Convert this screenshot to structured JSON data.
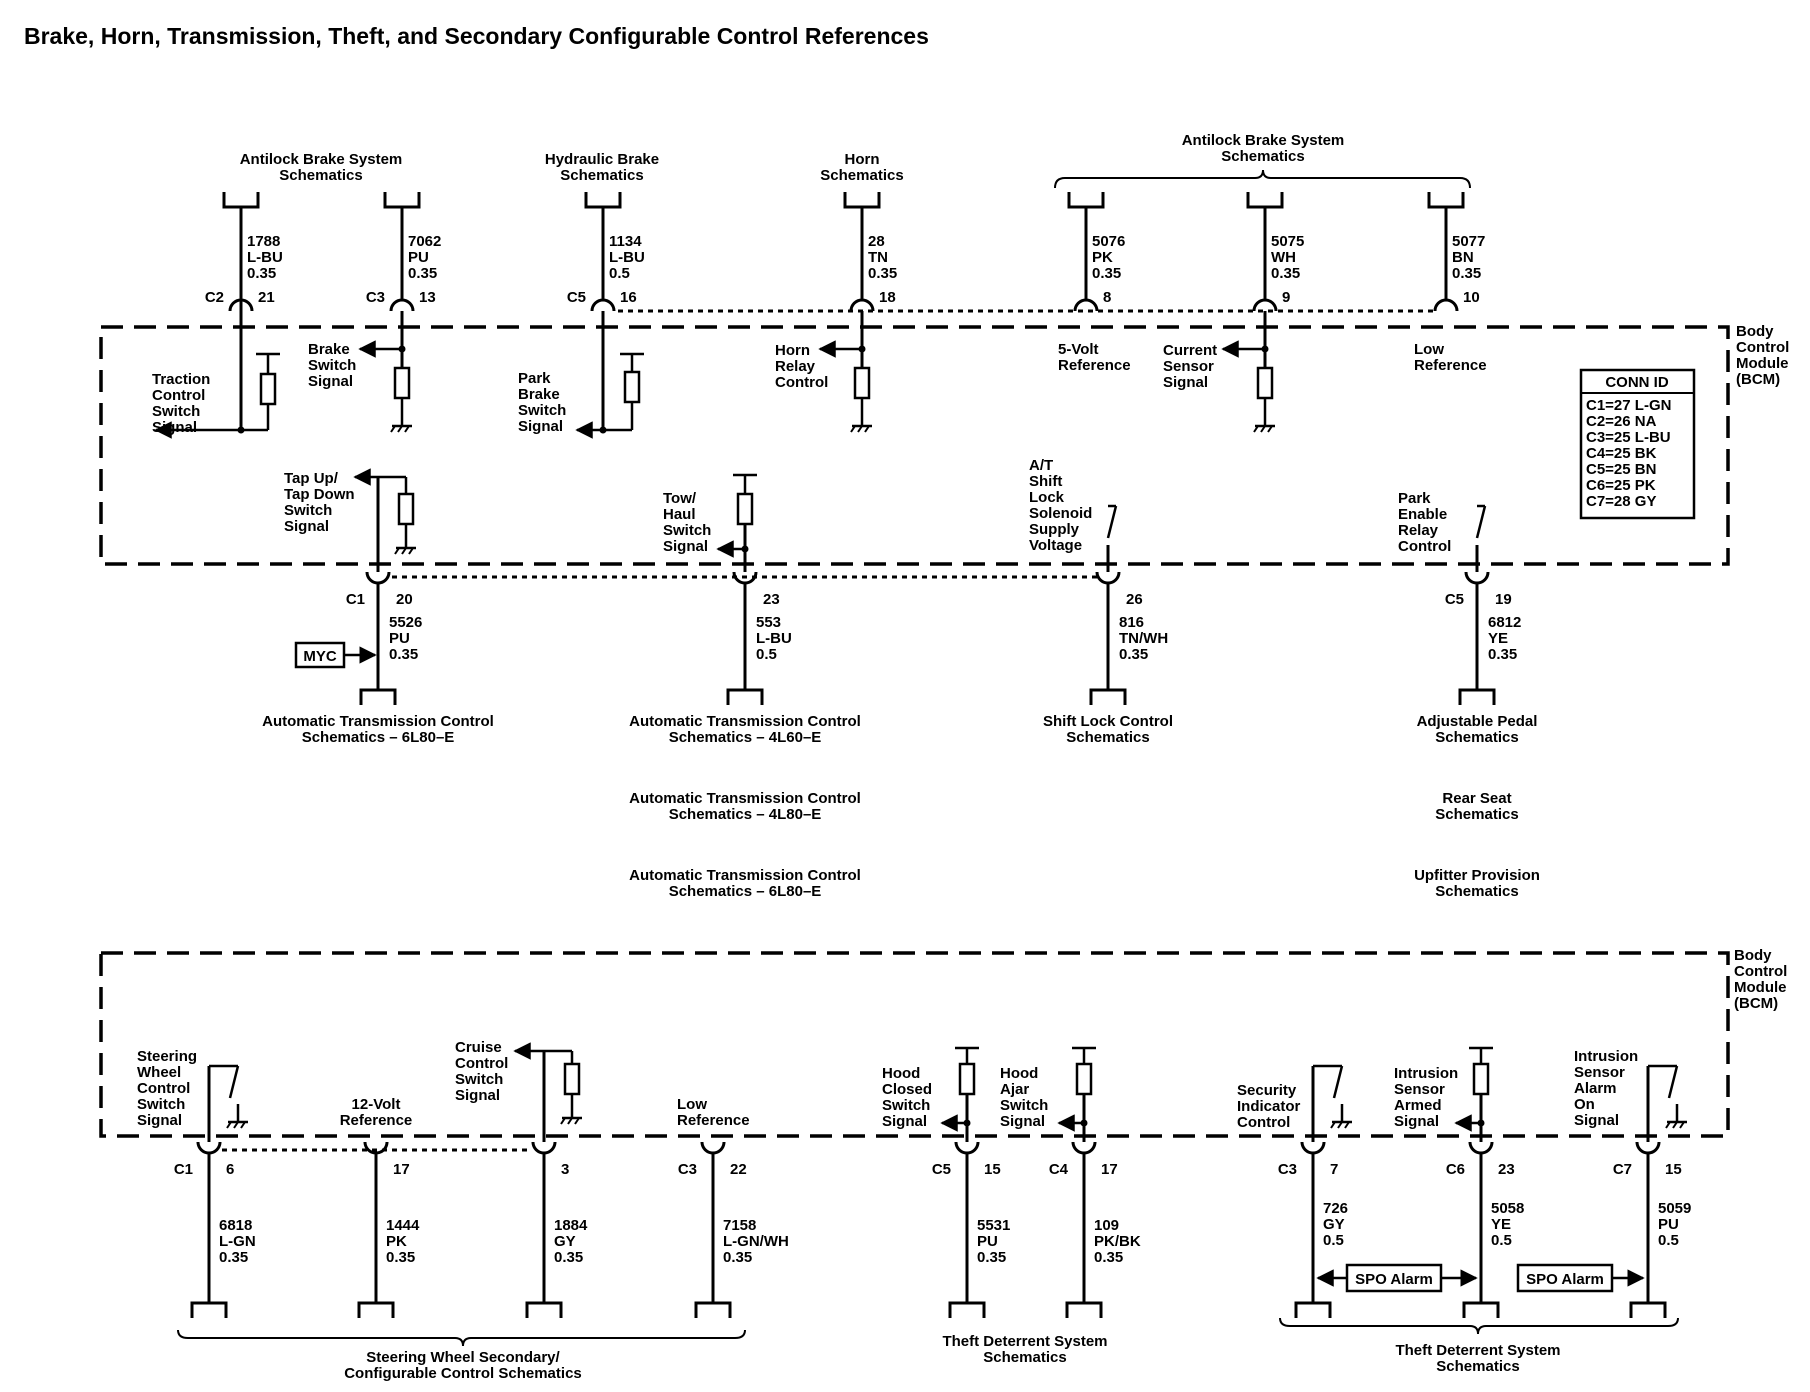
{
  "title": "Brake, Horn, Transmission, Theft, and Secondary Configurable Control References",
  "module_label": [
    "Body",
    "Control",
    "Module",
    "(BCM)"
  ],
  "conn_id": {
    "header": "CONN ID",
    "rows": [
      "C1=27 L-GN",
      "C2=26 NA",
      "C3=25 L-BU",
      "C4=25 BK",
      "C5=25 BN",
      "C6=25 PK",
      "C7=28 GY"
    ]
  },
  "myc_label": "MYC",
  "spo_alarm_label": "SPO Alarm",
  "upper_refs": [
    {
      "lines": [
        "Antilock Brake System",
        "Schematics"
      ]
    },
    {
      "lines": [
        "Hydraulic Brake",
        "Schematics"
      ]
    },
    {
      "lines": [
        "Horn",
        "Schematics"
      ]
    },
    {
      "lines": [
        "Antilock Brake System",
        "Schematics"
      ]
    }
  ],
  "upper_top_wires": [
    {
      "circuit": "1788",
      "color": "L-BU",
      "gauge": "0.35",
      "conn": "C2",
      "pin": "21",
      "label": [
        "Traction",
        "Control",
        "Switch",
        "Signal"
      ]
    },
    {
      "circuit": "7062",
      "color": "PU",
      "gauge": "0.35",
      "conn": "C3",
      "pin": "13",
      "label": [
        "Brake",
        "Switch",
        "Signal"
      ]
    },
    {
      "circuit": "1134",
      "color": "L-BU",
      "gauge": "0.5",
      "conn": "C5",
      "pin": "16",
      "label": [
        "Park",
        "Brake",
        "Switch",
        "Signal"
      ]
    },
    {
      "circuit": "28",
      "color": "TN",
      "gauge": "0.35",
      "conn": "",
      "pin": "18",
      "label": [
        "Horn",
        "Relay",
        "Control"
      ]
    },
    {
      "circuit": "5076",
      "color": "PK",
      "gauge": "0.35",
      "conn": "",
      "pin": "8",
      "label": [
        "5-Volt",
        "Reference"
      ]
    },
    {
      "circuit": "5075",
      "color": "WH",
      "gauge": "0.35",
      "conn": "",
      "pin": "9",
      "label": [
        "Current",
        "Sensor",
        "Signal"
      ]
    },
    {
      "circuit": "5077",
      "color": "BN",
      "gauge": "0.35",
      "conn": "",
      "pin": "10",
      "label": [
        "Low",
        "Reference"
      ]
    }
  ],
  "upper_bottom_wires": [
    {
      "circuit": "5526",
      "color": "PU",
      "gauge": "0.35",
      "conn": "C1",
      "pin": "20",
      "label": [
        "Tap Up/",
        "Tap Down",
        "Switch",
        "Signal"
      ],
      "dest": [
        "Automatic Transmission Control",
        "Schematics – 6L80–E"
      ]
    },
    {
      "circuit": "553",
      "color": "L-BU",
      "gauge": "0.5",
      "conn": "",
      "pin": "23",
      "label": [
        "Tow/",
        "Haul",
        "Switch",
        "Signal"
      ],
      "dest": [
        "Automatic Transmission Control",
        "Schematics – 4L60–E"
      ]
    },
    {
      "circuit": "816",
      "color": "TN/WH",
      "gauge": "0.35",
      "conn": "",
      "pin": "26",
      "label": [
        "A/T",
        "Shift",
        "Lock",
        "Solenoid",
        "Supply",
        "Voltage"
      ],
      "dest": [
        "Shift Lock Control",
        "Schematics"
      ]
    },
    {
      "circuit": "6812",
      "color": "YE",
      "gauge": "0.35",
      "conn": "C5",
      "pin": "19",
      "label": [
        "Park",
        "Enable",
        "Relay",
        "Control"
      ],
      "dest": [
        "Adjustable Pedal",
        "Schematics"
      ]
    }
  ],
  "extra_refs": [
    {
      "lines": [
        "Automatic Transmission Control",
        "Schematics – 4L80–E"
      ]
    },
    {
      "lines": [
        "Automatic Transmission Control",
        "Schematics – 6L80–E"
      ]
    },
    {
      "lines": [
        "Rear Seat",
        "Schematics"
      ]
    },
    {
      "lines": [
        "Upfitter Provision",
        "Schematics"
      ]
    }
  ],
  "lower_wires": [
    {
      "circuit": "6818",
      "color": "L-GN",
      "gauge": "0.35",
      "conn": "C1",
      "pin": "6",
      "label": [
        "Steering",
        "Wheel",
        "Control",
        "Switch",
        "Signal"
      ]
    },
    {
      "circuit": "1444",
      "color": "PK",
      "gauge": "0.35",
      "conn": "",
      "pin": "17",
      "label": [
        "12-Volt",
        "Reference"
      ]
    },
    {
      "circuit": "1884",
      "color": "GY",
      "gauge": "0.35",
      "conn": "",
      "pin": "3",
      "label": [
        "Cruise",
        "Control",
        "Switch",
        "Signal"
      ]
    },
    {
      "circuit": "7158",
      "color": "L-GN/WH",
      "gauge": "0.35",
      "conn": "C3",
      "pin": "22",
      "label": [
        "Low",
        "Reference"
      ]
    },
    {
      "circuit": "5531",
      "color": "PU",
      "gauge": "0.35",
      "conn": "C5",
      "pin": "15",
      "label": [
        "Hood",
        "Closed",
        "Switch",
        "Signal"
      ]
    },
    {
      "circuit": "109",
      "color": "PK/BK",
      "gauge": "0.35",
      "conn": "C4",
      "pin": "17",
      "label": [
        "Hood",
        "Ajar",
        "Switch",
        "Signal"
      ]
    },
    {
      "circuit": "726",
      "color": "GY",
      "gauge": "0.5",
      "conn": "C3",
      "pin": "7",
      "label": [
        "Security",
        "Indicator",
        "Control"
      ]
    },
    {
      "circuit": "5058",
      "color": "YE",
      "gauge": "0.5",
      "conn": "C6",
      "pin": "23",
      "label": [
        "Intrusion",
        "Sensor",
        "Armed",
        "Signal"
      ]
    },
    {
      "circuit": "5059",
      "color": "PU",
      "gauge": "0.5",
      "conn": "C7",
      "pin": "15",
      "label": [
        "Intrusion",
        "Sensor",
        "Alarm",
        "On",
        "Signal"
      ]
    }
  ],
  "lower_dests": [
    {
      "lines": [
        "Steering Wheel Secondary/",
        "Configurable Control Schematics"
      ]
    },
    {
      "lines": [
        "Theft Deterrent System",
        "Schematics"
      ]
    },
    {
      "lines": [
        "Theft Deterrent System",
        "Schematics"
      ]
    }
  ]
}
